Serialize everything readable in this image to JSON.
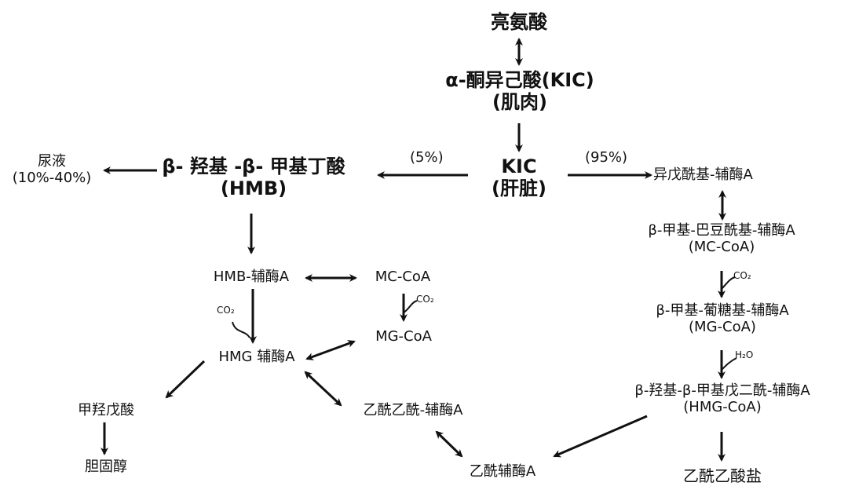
{
  "diagram": {
    "nodes": {
      "leucine": {
        "l1": "亮氨酸"
      },
      "kic_muscle": {
        "l1": "α-酮异己酸(KIC)",
        "l2": "(肌肉)"
      },
      "kic_liver": {
        "l1": "KIC",
        "l2": "(肝脏)"
      },
      "hmb": {
        "l1": "β- 羟基 -β- 甲基丁酸",
        "l2": "(HMB)"
      },
      "urine": {
        "l1": "尿液",
        "l2": "(10%-40%)"
      },
      "isovaleryl_coa": {
        "l1": "异戊酰基-辅酶A"
      },
      "mc_coa_right": {
        "l1": "β-甲基-巴豆酰基-辅酶A",
        "l2": "(MC-CoA)"
      },
      "mg_coa_right": {
        "l1": "β-甲基-葡糖基-辅酶A",
        "l2": "(MG-CoA)"
      },
      "hmg_coa_right": {
        "l1": "β-羟基-β-甲基戊二酰-辅酶A",
        "l2": "(HMG-CoA)"
      },
      "acetoacetate": {
        "l1": "乙酰乙酸盐"
      },
      "hmb_coa": {
        "l1": "HMB-辅酶A"
      },
      "mc_coa_left": {
        "l1": "MC-CoA"
      },
      "mg_coa_left": {
        "l1": "MG-CoA"
      },
      "hmg_coa_left": {
        "l1": "HMG 辅酶A"
      },
      "mevalonate": {
        "l1": "甲羟戊酸"
      },
      "cholesterol": {
        "l1": "胆固醇"
      },
      "acetoacetyl_coa": {
        "l1": "乙酰乙酰-辅酶A"
      },
      "acetyl_coa": {
        "l1": "乙酰辅酶A"
      }
    },
    "percentages": {
      "to_hmb": "(5%)",
      "to_isovaleryl": "(95%)"
    },
    "cofactors": {
      "co2_left_hmb": "CO₂",
      "co2_left_mc": "CO₂",
      "co2_right_mc": "CO₂",
      "h2o_right": "H₂O"
    },
    "edges": [
      {
        "from": "leucine",
        "to": "kic_muscle",
        "type": "bidirectional"
      },
      {
        "from": "kic_muscle",
        "to": "kic_liver",
        "type": "forward"
      },
      {
        "from": "kic_liver",
        "to": "hmb",
        "type": "forward",
        "label": "(5%)"
      },
      {
        "from": "kic_liver",
        "to": "isovaleryl_coa",
        "type": "forward",
        "label": "(95%)"
      },
      {
        "from": "hmb",
        "to": "urine",
        "type": "forward"
      },
      {
        "from": "hmb",
        "to": "hmb_coa",
        "type": "forward"
      },
      {
        "from": "hmb_coa",
        "to": "mc_coa_left",
        "type": "bidirectional"
      },
      {
        "from": "hmb_coa",
        "to": "hmg_coa_left",
        "type": "forward",
        "cofactor": "CO₂"
      },
      {
        "from": "mc_coa_left",
        "to": "mg_coa_left",
        "type": "forward",
        "cofactor": "CO₂"
      },
      {
        "from": "mg_coa_left",
        "to": "hmg_coa_left",
        "type": "bidirectional"
      },
      {
        "from": "hmg_coa_left",
        "to": "mevalonate",
        "type": "forward"
      },
      {
        "from": "mevalonate",
        "to": "cholesterol",
        "type": "forward"
      },
      {
        "from": "hmg_coa_left",
        "to": "acetoacetyl_coa",
        "type": "bidirectional"
      },
      {
        "from": "acetoacetyl_coa",
        "to": "acetyl_coa",
        "type": "bidirectional"
      },
      {
        "from": "isovaleryl_coa",
        "to": "mc_coa_right",
        "type": "bidirectional"
      },
      {
        "from": "mc_coa_right",
        "to": "mg_coa_right",
        "type": "forward",
        "cofactor": "CO₂"
      },
      {
        "from": "mg_coa_right",
        "to": "hmg_coa_right",
        "type": "forward",
        "cofactor": "H₂O"
      },
      {
        "from": "hmg_coa_right",
        "to": "acetoacetate",
        "type": "forward"
      },
      {
        "from": "hmg_coa_right",
        "to": "acetyl_coa",
        "type": "forward"
      }
    ]
  }
}
